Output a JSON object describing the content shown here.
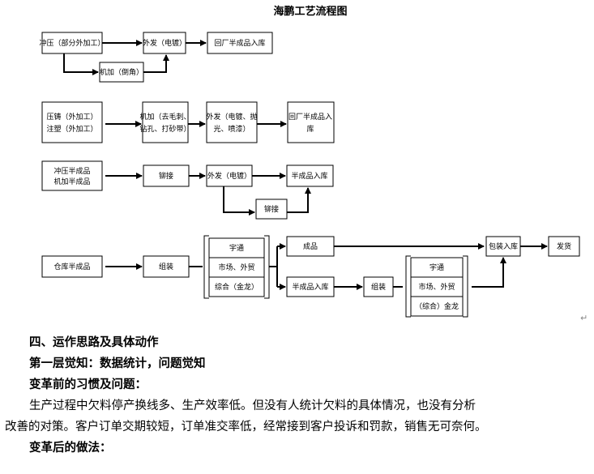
{
  "diagram": {
    "title": "海鹏工艺流程图",
    "row1": {
      "b1": "冲压（部分外加工）",
      "b2": "外发（电镀）",
      "b3": "回厂半成品入库",
      "b4": "机加（倒角）"
    },
    "row2": {
      "b1_l1": "压铸（外加工）",
      "b1_l2": "注塑（外加工）",
      "b2_l1": "机加（去毛刺、",
      "b2_l2": "钻孔、打砂带）",
      "b3_l1": "外发（电镀、抛",
      "b3_l2": "光、喷漆）",
      "b4_l1": "回厂半成品入",
      "b4_l2": "库"
    },
    "row3": {
      "b1_l1": "冲压半成品",
      "b1_l2": "机加半成品",
      "b2": "铆接",
      "b3": "外发（电镀）",
      "b4": "半成品入库",
      "b5": "铆接"
    },
    "row4": {
      "b1": "仓库半成品",
      "b2": "组装",
      "g1": [
        "宇通",
        "市场、外贸",
        "综合（金龙）"
      ],
      "b3": "成品",
      "b4": "半成品入库",
      "b5": "组装",
      "g2": [
        "宇通",
        "市场、外贸",
        "（综合）金龙"
      ],
      "b6": "包装入库",
      "b7": "发货"
    }
  },
  "document": {
    "heading": "四、运作思路及具体动作",
    "level1": "第一层觉知：数据统计，问题觉知",
    "before_title": "变革前的习惯及问题：",
    "para_l1": "生产过程中欠料停产换线多、生产效率低。但没有人统计欠料的具体情况，也没有分析",
    "para_l2": "改善的对策。客户订单交期较短，订单准交率低，经常接到客户投诉和罚款，销售无可奈何。",
    "after_title": "变革后的做法："
  }
}
